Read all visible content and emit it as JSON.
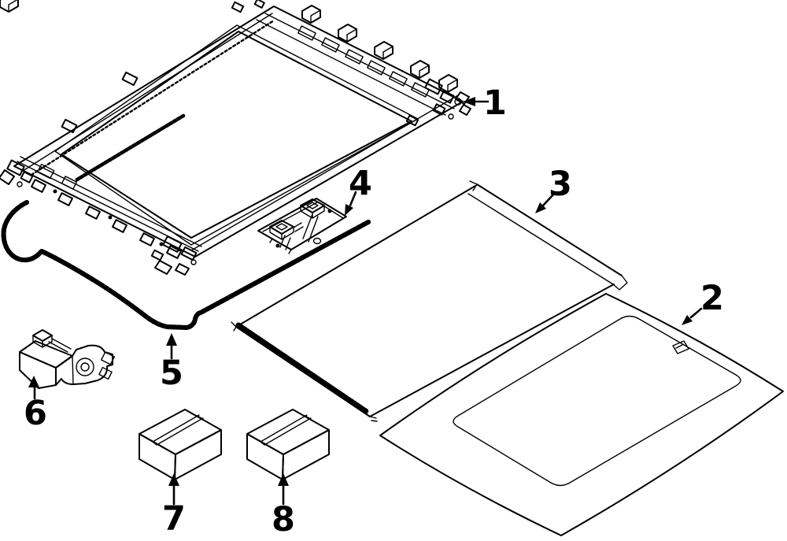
{
  "diagram": {
    "background_color": "#ffffff",
    "line_color": "#000000",
    "callouts": [
      {
        "label": "1"
      },
      {
        "label": "2"
      },
      {
        "label": "3"
      },
      {
        "label": "4"
      },
      {
        "label": "5"
      },
      {
        "label": "6"
      },
      {
        "label": "7"
      },
      {
        "label": "8"
      }
    ]
  }
}
